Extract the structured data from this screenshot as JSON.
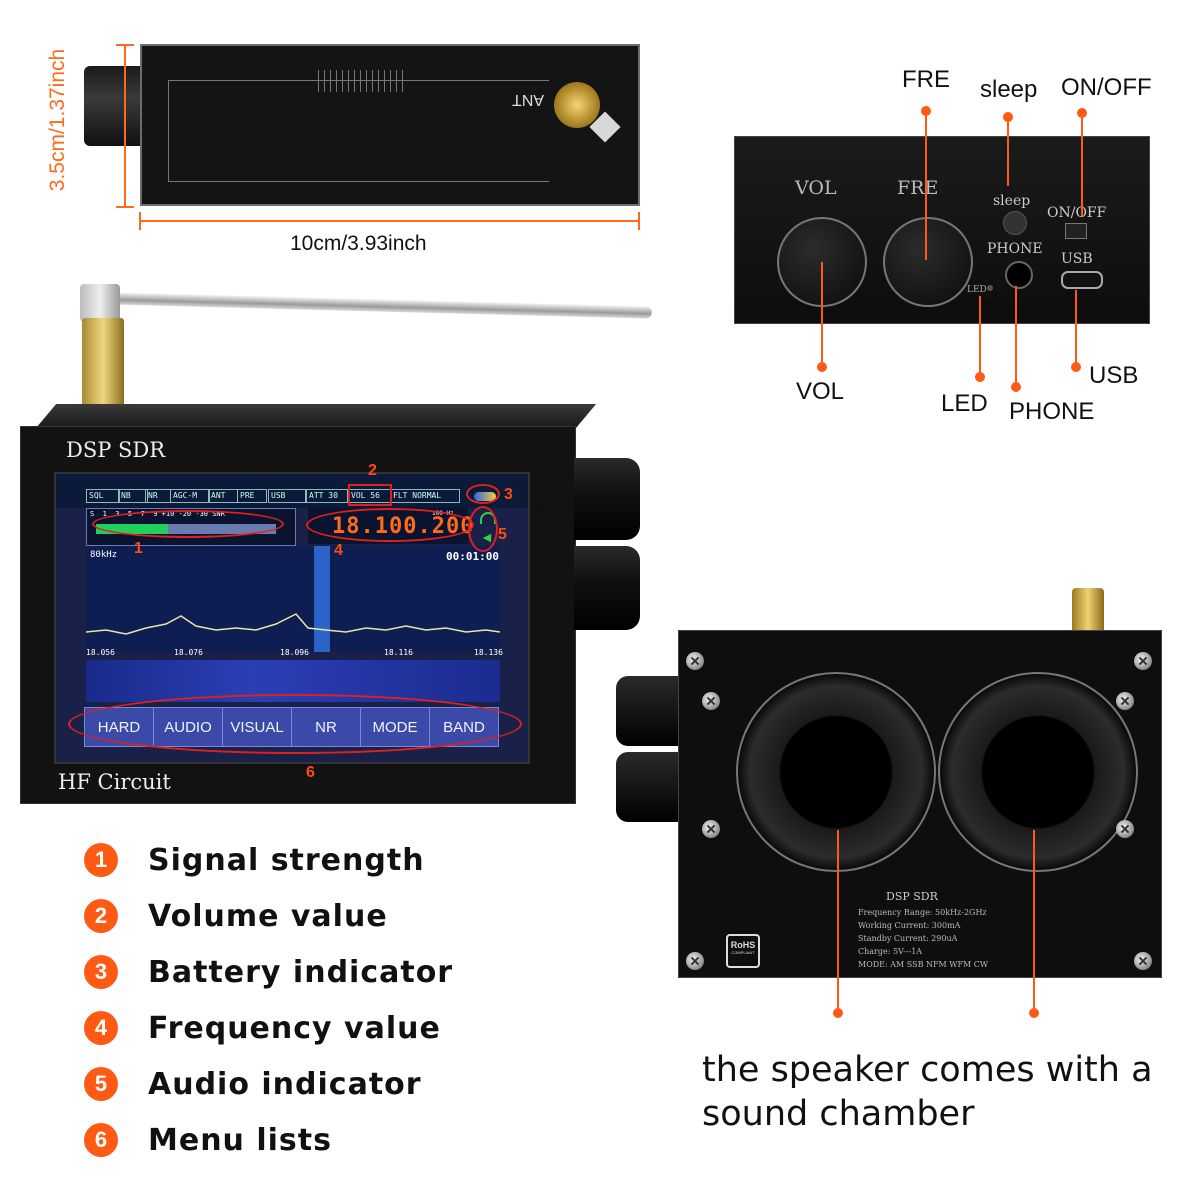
{
  "dimensions": {
    "height_label": "3.5cm/1.37inch",
    "width_label": "10cm/3.93inch"
  },
  "top_pcb": {
    "ant_label": "ANT"
  },
  "panel_callouts": {
    "fre": "FRE",
    "sleep": "sleep",
    "onoff": "ON/OFF",
    "vol": "VOL",
    "led": "LED",
    "phone": "PHONE",
    "usb": "USB"
  },
  "panel_print": {
    "vol": "VOL",
    "fre": "FRE",
    "sleep": "sleep",
    "onoff": "ON/OFF",
    "phone": "PHONE",
    "usb": "USB",
    "led": "LED"
  },
  "device": {
    "brand": "DSP SDR",
    "model": "HF Circuit",
    "knob_vol": "VOL",
    "knob_fre": "FRE"
  },
  "screen": {
    "status_tags": [
      "SQL",
      "NB",
      "NR",
      "AGC-M",
      "ANT",
      "PRE",
      "USB",
      "ATT 30",
      "VOL 56",
      "FLT NORMAL"
    ],
    "s_meter_scale": "S  1  3  5  7  9 +10 -20 -30 SNR",
    "frequency": "18.100.200",
    "freq_unit": "100 Hz",
    "span": "80kHz",
    "timer": "00:01:00",
    "axis_ticks": [
      "18.056",
      "18.076",
      "18.096",
      "18.116",
      "18.136"
    ],
    "menu": [
      "HARD",
      "AUDIO",
      "VISUAL",
      "NR",
      "MODE",
      "BAND"
    ]
  },
  "markers": [
    "1",
    "2",
    "3",
    "4",
    "5",
    "6"
  ],
  "legend": [
    {
      "num": "1",
      "text": "Signal strength"
    },
    {
      "num": "2",
      "text": "Volume value"
    },
    {
      "num": "3",
      "text": "Battery indicator"
    },
    {
      "num": "4",
      "text": "Frequency value"
    },
    {
      "num": "5",
      "text": "Audio indicator"
    },
    {
      "num": "6",
      "text": "Menu lists"
    }
  ],
  "back_label": {
    "title": "DSP SDR",
    "lines": [
      "Frequency Range: 50kHz-2GHz",
      "Working Current: 300mA",
      "Standby Current: 290uA",
      "Charge: 5V---1A",
      "MODE: AM  SSB  NFM  WFM  CW"
    ],
    "rohs": "RoHS",
    "rohs_sub": "COMPLIANT"
  },
  "caption": {
    "line1": "the speaker comes with a",
    "line2": "sound chamber"
  },
  "colors": {
    "accent": "#ff5a14",
    "callout_red": "#e0201c"
  }
}
